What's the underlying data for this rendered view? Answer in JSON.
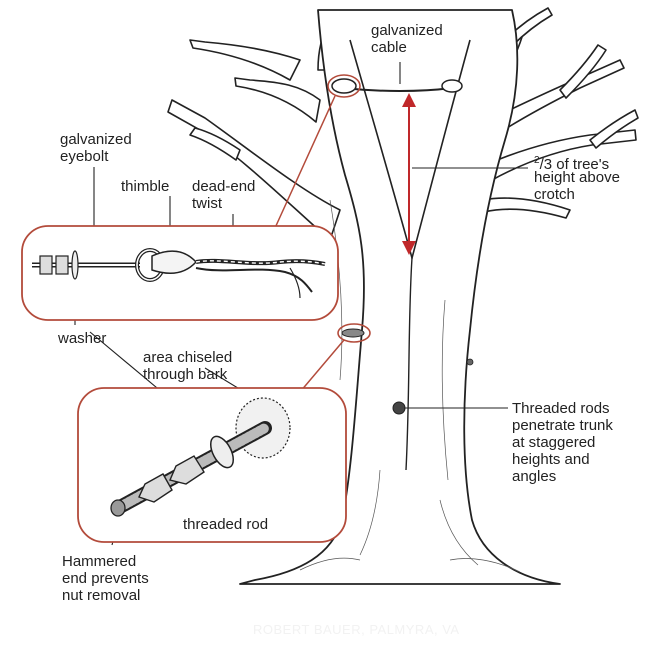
{
  "labels": {
    "galvanized_cable": "galvanized\ncable",
    "height_prefix_sup": "2",
    "height_prefix_rest": "/3 of tree's",
    "height_rest": "height above\ncrotch",
    "galvanized_eyebolt": "galvanized\neyebolt",
    "thimble": "thimble",
    "dead_end_twist": "dead-end\ntwist",
    "washer": "washer",
    "area_chiseled": "area chiseled\nthrough bark",
    "threaded_rod": "threaded rod",
    "hammered_end": "Hammered\nend prevents\nnut removal",
    "threaded_rods_penetrate": "Threaded rods\npenetrate trunk\nat staggered\nheights and\nangles"
  },
  "credit": "ROBERT BAUER, PALMYRA, VA",
  "colors": {
    "callout_outline": "#b34b3b",
    "arrow": "#c0282a",
    "ink": "#222222"
  }
}
